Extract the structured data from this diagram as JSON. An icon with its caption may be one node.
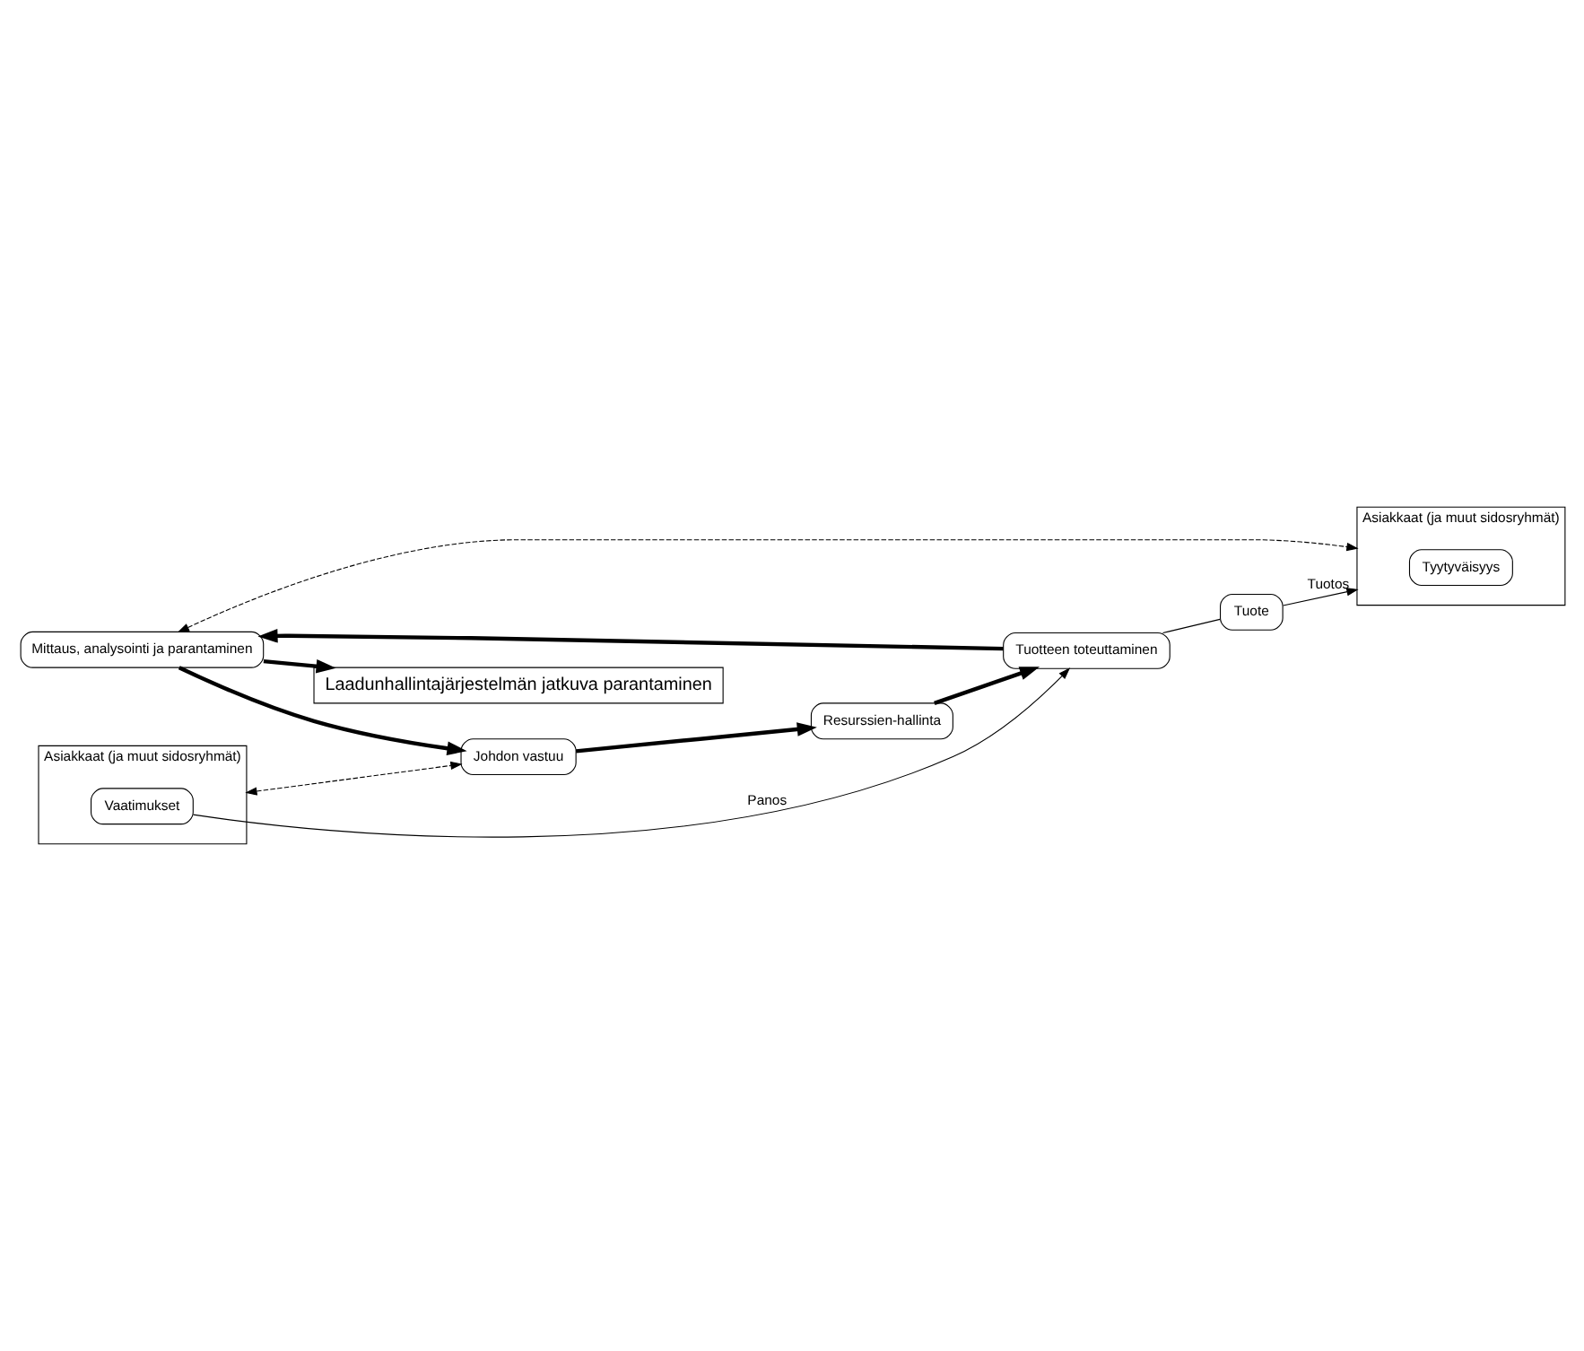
{
  "diagram": {
    "nodes": [
      {
        "text": [
          "Laadunhallintajärjestelmän jatkuva parantaminen"
        ]
      },
      {
        "text": [
          "Asiakkaat (ja muut sidosryhmät)"
        ]
      },
      {
        "text": [
          "Vaatimukset"
        ],
        "in": 1
      },
      {
        "text": [
          "Johdon vastuu"
        ]
      },
      {
        "text": [
          "Resurssien-hallinta"
        ]
      },
      {
        "text": [
          "Mittaus, analysointi ja parantaminen"
        ]
      },
      {
        "text": [
          "Tuotteen toteuttaminen"
        ]
      },
      {
        "text": [
          "Tuote"
        ]
      },
      {
        "text": [
          "Asiakkaat (ja muut sidosryhmät)"
        ]
      },
      {
        "text": [
          "Tyytyväisyys"
        ],
        "in": 8
      }
    ],
    "edges": [
      {
        "from": 1,
        "to": 3,
        "arrow": "both",
        "style": "dashed"
      },
      {
        "from": 3,
        "to": 4,
        "arrow": "to",
        "style": "thick"
      },
      {
        "from": 4,
        "to": 6,
        "arrow": "to",
        "style": "thick"
      },
      {
        "from": 6,
        "to": 5,
        "arrow": "to",
        "style": "thick"
      },
      {
        "from": 5,
        "to": 3,
        "arrow": "to",
        "style": "thick"
      },
      {
        "from": 5,
        "to": 0,
        "arrow": "to",
        "style": "thick"
      },
      {
        "from": 5,
        "to": 8,
        "arrow": "both",
        "style": "dashed"
      },
      {
        "from": 2,
        "to": 6,
        "arrow": "to",
        "label": "Panos"
      },
      {
        "from": 6,
        "to": 7,
        "arrow": "none"
      },
      {
        "from": 7,
        "to": 8,
        "arrow": "to",
        "label": "Tuotos"
      }
    ]
  }
}
